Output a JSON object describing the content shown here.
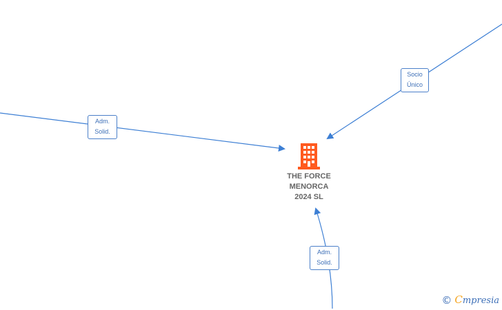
{
  "colors": {
    "edge": "#3d7fd4",
    "label_border": "#4a7fc9",
    "label_text": "#3d6fb7",
    "company_icon": "#ff5a1f",
    "company_text": "#666666",
    "brand_accent": "#f5a623"
  },
  "company": {
    "name": "THE FORCE\nMENORCA\n2024  SL",
    "icon": "building-icon"
  },
  "edges": [
    {
      "id": "adm-left",
      "label_line1": "Adm.",
      "label_line2": "Solid."
    },
    {
      "id": "socio",
      "label_line1": "Socio",
      "label_line2": "Único"
    },
    {
      "id": "adm-bottom",
      "label_line1": "Adm.",
      "label_line2": "Solid."
    }
  ],
  "footer": {
    "copyright_symbol": "©",
    "brand_first": "C",
    "brand_rest": "mpresia"
  }
}
